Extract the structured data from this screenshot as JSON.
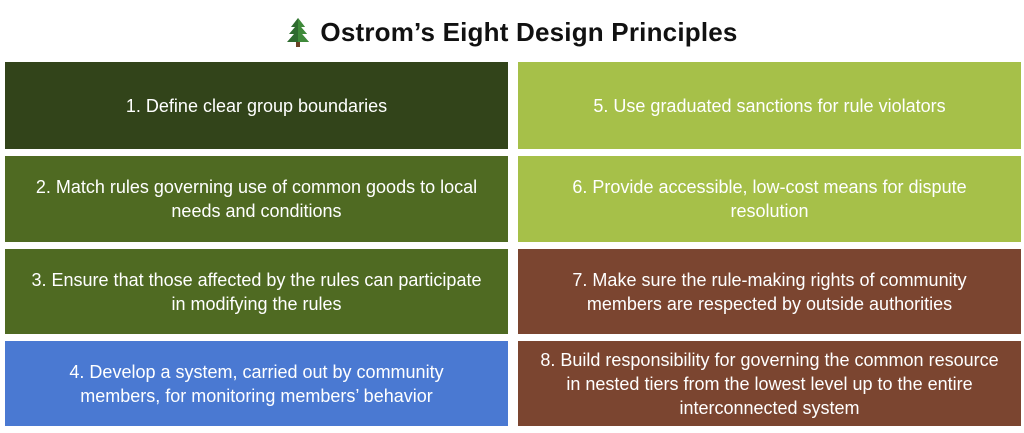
{
  "title": {
    "text": "Ostrom’s Eight Design Principles",
    "icon": "evergreen-tree-icon"
  },
  "colors": {
    "dark_green": "#32441a",
    "mid_green": "#4f6a22",
    "light_green": "#a6c049",
    "blue": "#4a79d2",
    "brown": "#7b4530"
  },
  "left_column": [
    {
      "text": "1. Define clear group boundaries",
      "color": "#32441a"
    },
    {
      "text": "2. Match rules governing use of common goods to local needs and conditions",
      "color": "#4f6a22"
    },
    {
      "text": "3. Ensure that those affected by the rules can participate in modifying the rules",
      "color": "#4f6a22"
    },
    {
      "text": "4. Develop a system, carried out by community members, for monitoring members’ behavior",
      "color": "#4a79d2"
    }
  ],
  "right_column": [
    {
      "text": "5. Use graduated sanctions for rule violators",
      "color": "#a6c049"
    },
    {
      "text": "6. Provide accessible, low-cost means for dispute resolution",
      "color": "#a6c049"
    },
    {
      "text": "7. Make sure the rule-making rights of community members are respected by outside authorities",
      "color": "#7b4530"
    },
    {
      "text": "8. Build responsibility for governing the common resource in nested tiers from the lowest level up to the entire interconnected system",
      "color": "#7b4530"
    }
  ]
}
